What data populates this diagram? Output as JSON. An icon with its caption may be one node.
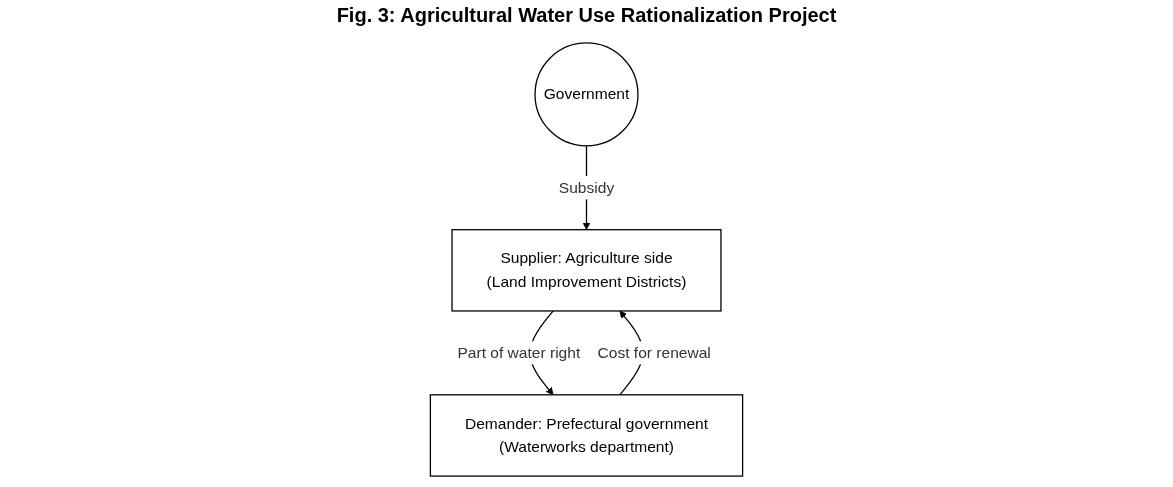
{
  "diagram": {
    "title": "Fig. 3: Agricultural Water Use Rationalization Project",
    "nodes": [
      {
        "text": [
          "Supplier: Agriculture side",
          "(Land Improvement Districts)"
        ]
      },
      {
        "text": [
          "Demander: Prefectural government",
          "(Waterworks department)"
        ]
      },
      {
        "text": [
          "Government"
        ]
      }
    ],
    "edges": [
      {
        "from": 0,
        "to": 1,
        "arrow": "to",
        "label": "Part of water right"
      },
      {
        "from": 1,
        "to": 0,
        "arrow": "to",
        "label": "Cost for renewal"
      },
      {
        "from": 2,
        "to": 0,
        "arrow": "to",
        "label": "Subsidy"
      }
    ]
  }
}
